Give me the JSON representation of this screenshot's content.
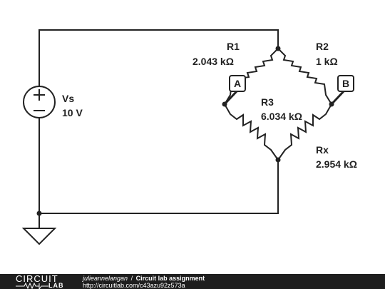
{
  "source": {
    "name": "Vs",
    "value": "10 V"
  },
  "resistors": {
    "r1": {
      "name": "R1",
      "value": "2.043 kΩ"
    },
    "r2": {
      "name": "R2",
      "value": "1 kΩ"
    },
    "r3": {
      "name": "R3",
      "value": "6.034 kΩ"
    },
    "rx": {
      "name": "Rx",
      "value": "2.954 kΩ"
    }
  },
  "probes": {
    "a": "A",
    "b": "B"
  },
  "footer": {
    "logo_top": "CIRCUIT",
    "logo_bottom": "LAB",
    "user": "julieannelangan",
    "separator": "/",
    "title": "Circuit lab assignment",
    "url": "http://circuitlab.com/c43azu92z573a"
  },
  "colors": {
    "wire": "#222222",
    "background": "#ffffff",
    "footer": "#1e1e1e"
  }
}
